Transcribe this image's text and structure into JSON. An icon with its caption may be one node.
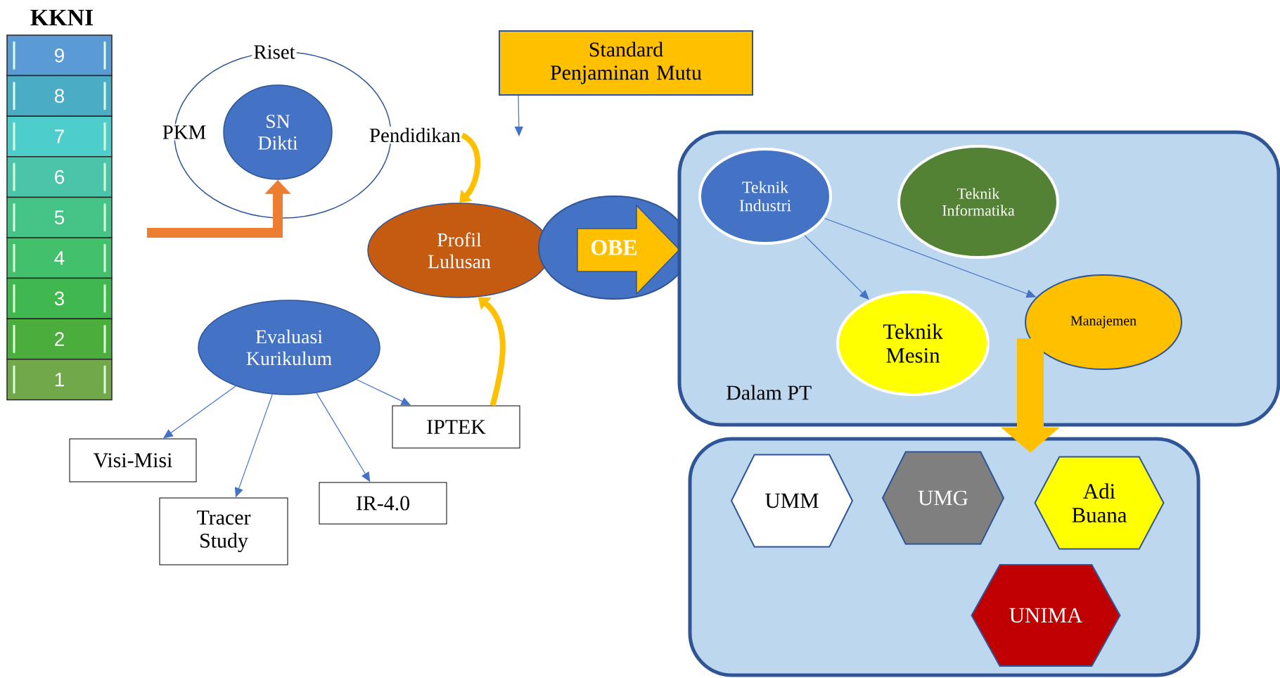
{
  "diagram": {
    "nodes": [
      {
        "text": [
          "9"
        ]
      },
      {
        "text": [
          "8"
        ]
      },
      {
        "text": [
          "7"
        ]
      },
      {
        "text": [
          "6"
        ]
      },
      {
        "text": [
          "5"
        ]
      },
      {
        "text": [
          "4"
        ]
      },
      {
        "text": [
          "3"
        ]
      },
      {
        "text": [
          "2"
        ]
      },
      {
        "text": [
          "1"
        ]
      },
      {
        "text": [
          "SN Dikti"
        ]
      },
      {
        "text": [
          "Pendidikan"
        ]
      },
      {
        "text": [
          "Standard Penjaminan Mutu"
        ]
      },
      {
        "text": [
          "Profil Lulusan"
        ]
      },
      {
        "text": [
          "OBE"
        ]
      },
      {
        "text": [
          "Evaluasi Kurikulum"
        ]
      },
      {
        "text": [
          "IPTEK"
        ]
      },
      {
        "text": [
          "Visi-Misi"
        ]
      },
      {
        "text": [
          "Tracer Study"
        ]
      },
      {
        "text": [
          "IR-4.0"
        ]
      },
      {
        "text": [
          "Dalam PT"
        ]
      },
      {
        "text": [
          "Teknik Industri"
        ],
        "in": 19
      },
      {
        "text": [
          "Teknik Informatika"
        ],
        "in": 19
      },
      {
        "text": [
          "Teknik Mesin"
        ],
        "in": 19
      },
      {
        "text": [
          "Manajemen"
        ],
        "in": 19
      },
      {
        "text": [],
        "shape": "box"
      },
      {
        "text": [
          "UMM"
        ],
        "in": 24
      },
      {
        "text": [
          "UMG"
        ],
        "in": 24
      },
      {
        "text": [
          "Adi Buana"
        ],
        "in": 24
      },
      {
        "text": [
          "UNIMA"
        ],
        "in": 24
      }
    ],
    "edges": [
      {
        "from": null,
        "to": 9,
        "arrow": "to",
        "style": "thick",
        "color": "#ed7d31"
      },
      {
        "from": 11,
        "to": null,
        "arrow": "to"
      },
      {
        "from": 10,
        "to": 12,
        "arrow": "to",
        "style": "thick",
        "color": "#ffc000"
      },
      {
        "from": 15,
        "to": 12,
        "arrow": "to",
        "style": "thick",
        "color": "#ffc000"
      },
      {
        "from": 14,
        "to": 16,
        "arrow": "to"
      },
      {
        "from": 14,
        "to": 17,
        "arrow": "to"
      },
      {
        "from": 14,
        "to": 18,
        "arrow": "to"
      },
      {
        "from": 14,
        "to": 15,
        "arrow": "to"
      },
      {
        "from": 20,
        "to": 22,
        "arrow": "to"
      },
      {
        "from": 20,
        "to": 23,
        "arrow": "to"
      },
      {
        "from": 23,
        "to": 24,
        "arrow": "to",
        "style": "thick",
        "color": "#ffc000"
      }
    ],
    "labels": [
      "KKNI",
      "Riset",
      "PKM"
    ]
  }
}
